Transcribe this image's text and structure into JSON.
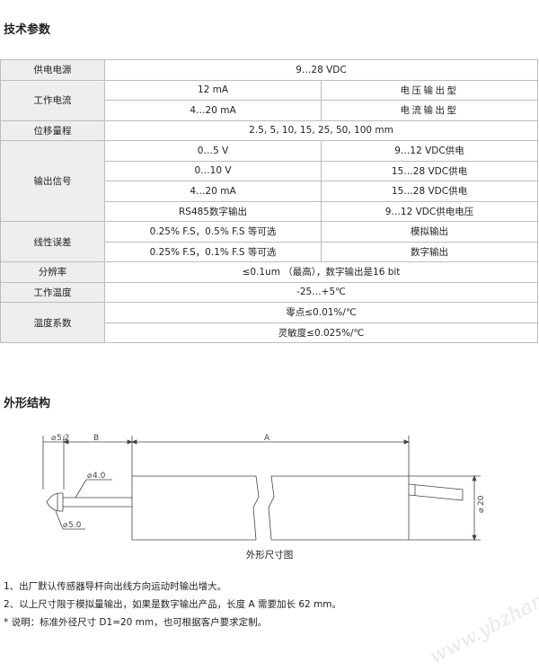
{
  "headings": {
    "spec": "技术参数",
    "outline": "外形结构"
  },
  "spec_table": {
    "power_label": "供电电源",
    "power_value": "9…28 VDC",
    "current_label": "工作电流",
    "current_rows": [
      {
        "value": "12 mA",
        "type": "电压输出型"
      },
      {
        "value": "4…20 mA",
        "type": "电流输出型"
      }
    ],
    "range_label": "位移量程",
    "range_value": "2.5, 5, 10, 15, 25, 50, 100 mm",
    "output_label": "输出信号",
    "output_rows": [
      {
        "signal": "0…5 V",
        "supply": "9…12 VDC供电"
      },
      {
        "signal": "0…10 V",
        "supply": "15…28 VDC供电"
      },
      {
        "signal": "4…20 mA",
        "supply": "15…28 VDC供电"
      },
      {
        "signal": "RS485数字输出",
        "supply": "9…12 VDC供电电压"
      }
    ],
    "linearity_label": "线性误差",
    "linearity_rows": [
      {
        "value": "0.25% F.S，0.5% F.S  等可选",
        "mode": "模拟输出"
      },
      {
        "value": "0.25% F.S，0.1% F.S  等可选",
        "mode": "数字输出"
      }
    ],
    "resolution_label": "分辨率",
    "resolution_value": "≤0.1um  （最高），数字输出是16 bit",
    "temp_label": "工作温度",
    "temp_value": "-25…+5℃",
    "coef_label": "温度系数",
    "coef_rows": [
      "零点≤0.01%/℃",
      "灵敏度≤0.025%/℃"
    ]
  },
  "drawing": {
    "dim_a": "A",
    "dim_b": "B",
    "dia_52": "5.2",
    "dia_40": "4.0",
    "dia_50": "5.0",
    "dia_20": "20",
    "caption": "外形尺寸图"
  },
  "notes": [
    "1、出厂默认传感器导杆向出线方向运动时输出增大。",
    "2、以上尺寸限于模拟量输出，如果是数字输出产品，长度 A 需要加长 62 mm。",
    "*  说明：标准外径尺寸 D1=20 mm，也可根据客户要求定制。"
  ],
  "watermark": "www.ybzhan.cn",
  "colors": {
    "label_bg": "#eeeeee",
    "border": "#bdbdbd",
    "line": "#444444"
  }
}
